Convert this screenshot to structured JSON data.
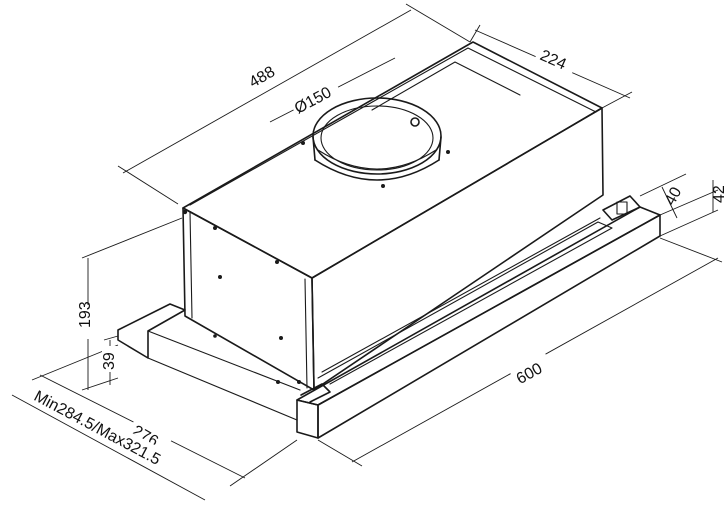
{
  "dimensions": {
    "overall_length": "488",
    "duct_diameter": "Ø150",
    "body_width": "224",
    "front_height": "40",
    "front_depth": "42",
    "total_height": "193",
    "visor_height": "39",
    "depth": "276",
    "depth_range": "Min284.5/Max321.5",
    "front_width": "600"
  },
  "colors": {
    "line": "#1a1a1a",
    "background": "#ffffff"
  }
}
